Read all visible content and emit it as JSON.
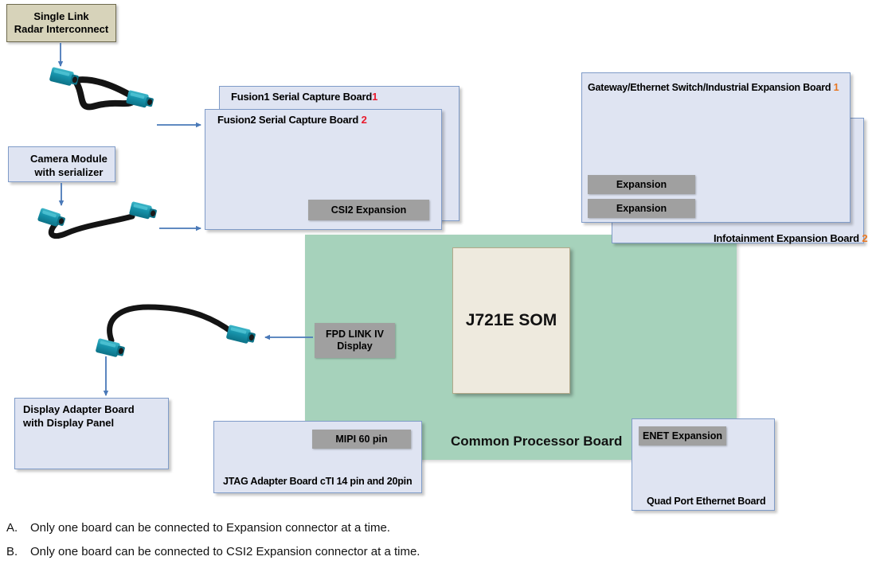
{
  "diagram": {
    "title_blocks": {
      "radar": "Single Link\nRadar Interconnect",
      "camera": "Camera Module\nwith serializer",
      "display_adapter": " Display Adapter Board\nwith Display Panel"
    },
    "boards": [
      {
        "id": "fusion1",
        "label": "Fusion1 Serial Capture Board",
        "badge": "1",
        "badge_color": "#e8192c"
      },
      {
        "id": "fusion2",
        "label": "Fusion2 Serial Capture Board",
        "badge": "2",
        "badge_color": "#e8192c"
      },
      {
        "id": "gateway",
        "label": "Gateway/Ethernet Switch/Industrial Expansion Board",
        "badge": "1",
        "badge_color": "#e87722"
      },
      {
        "id": "infotainment",
        "label": "Infotainment Expansion Board",
        "badge": "2",
        "badge_color": "#e87722"
      },
      {
        "id": "jtag",
        "label": "JTAG Adapter Board  cTI 14 pin and 20pin",
        "badge": "",
        "badge_color": ""
      },
      {
        "id": "quadenet",
        "label": "Quad Port Ethernet Board",
        "badge": "",
        "badge_color": ""
      }
    ],
    "processor_board": {
      "label": "Common Processor Board",
      "som": "J721E SOM",
      "fill": "#a6d2bb",
      "som_fill": "#eeeade"
    },
    "chips": {
      "csi2": "CSI2 Expansion",
      "expansion_1": "Expansion",
      "expansion_2": "Expansion",
      "fpd_link": "FPD LINK IV\nDisplay",
      "mipi": "MIPI 60 pin",
      "enet": "ENET Expansion"
    },
    "icons": {
      "radar_cable": "fakra-connector-cable-icon",
      "camera_cable": "fakra-connector-cable-icon",
      "display_cable": "fakra-connector-cable-icon"
    },
    "notes": [
      {
        "key": "A.",
        "text": "Only one board can be connected to Expansion connector at a time."
      },
      {
        "key": "B.",
        "text": "Only one board can be connected to CSI2 Expansion connector at a time."
      }
    ]
  }
}
